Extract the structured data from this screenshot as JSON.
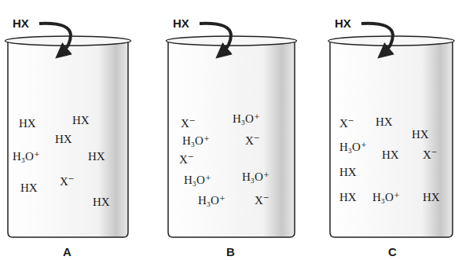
{
  "diagram": {
    "nodes": [
      {
        "text": [
          "HX",
          "HX",
          "HX",
          "H₃O⁺",
          "HX",
          "HX",
          "X⁻",
          "HX"
        ]
      },
      {
        "text": [
          "X⁻",
          "H₃O⁺",
          "H₃O⁺",
          "X⁻",
          "X⁻",
          "H₃O⁺",
          "H₃O⁺",
          "H₃O⁺",
          "X⁻"
        ]
      },
      {
        "text": [
          "X⁻",
          "HX",
          "HX",
          "H₃O⁺",
          "HX",
          "X⁻",
          "HX",
          "HX",
          "H₃O⁺",
          "HX"
        ]
      }
    ],
    "labels": [
      "HX",
      "HX",
      "HX",
      "A",
      "B",
      "C"
    ]
  }
}
